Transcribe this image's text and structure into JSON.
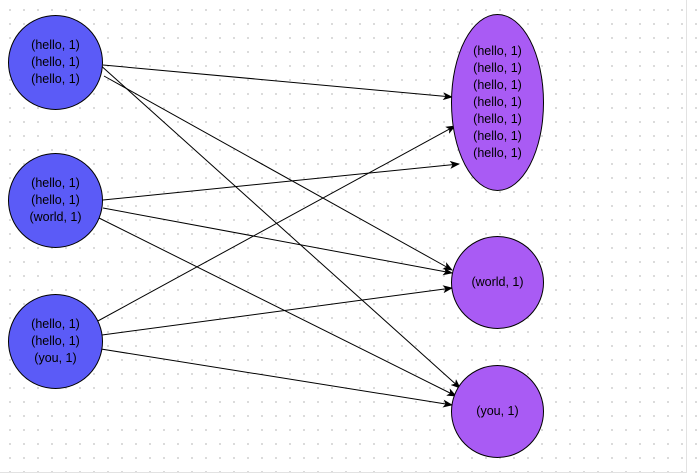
{
  "colors": {
    "source_fill": "#5b5bf7",
    "target_fill": "#a95bf4",
    "stroke": "#000000"
  },
  "source_nodes": [
    {
      "id": "src-1",
      "lines": [
        "(hello, 1)",
        "(hello, 1)",
        "(hello, 1)"
      ]
    },
    {
      "id": "src-2",
      "lines": [
        "(hello, 1)",
        "(hello, 1)",
        "(world, 1)"
      ]
    },
    {
      "id": "src-3",
      "lines": [
        "(hello, 1)",
        "(hello, 1)",
        "(you, 1)"
      ]
    }
  ],
  "target_nodes": [
    {
      "id": "tgt-hello",
      "lines": [
        "(hello, 1)",
        "(hello, 1)",
        "(hello, 1)",
        "(hello, 1)",
        "(hello, 1)",
        "(hello, 1)",
        "(hello, 1)"
      ]
    },
    {
      "id": "tgt-world",
      "lines": [
        "(world, 1)"
      ]
    },
    {
      "id": "tgt-you",
      "lines": [
        "(you, 1)"
      ]
    }
  ],
  "edges": [
    {
      "from": "src-1",
      "to": "tgt-hello"
    },
    {
      "from": "src-1",
      "to": "tgt-world"
    },
    {
      "from": "src-1",
      "to": "tgt-you"
    },
    {
      "from": "src-2",
      "to": "tgt-hello"
    },
    {
      "from": "src-2",
      "to": "tgt-world"
    },
    {
      "from": "src-2",
      "to": "tgt-you"
    },
    {
      "from": "src-3",
      "to": "tgt-hello"
    },
    {
      "from": "src-3",
      "to": "tgt-world"
    },
    {
      "from": "src-3",
      "to": "tgt-you"
    }
  ]
}
